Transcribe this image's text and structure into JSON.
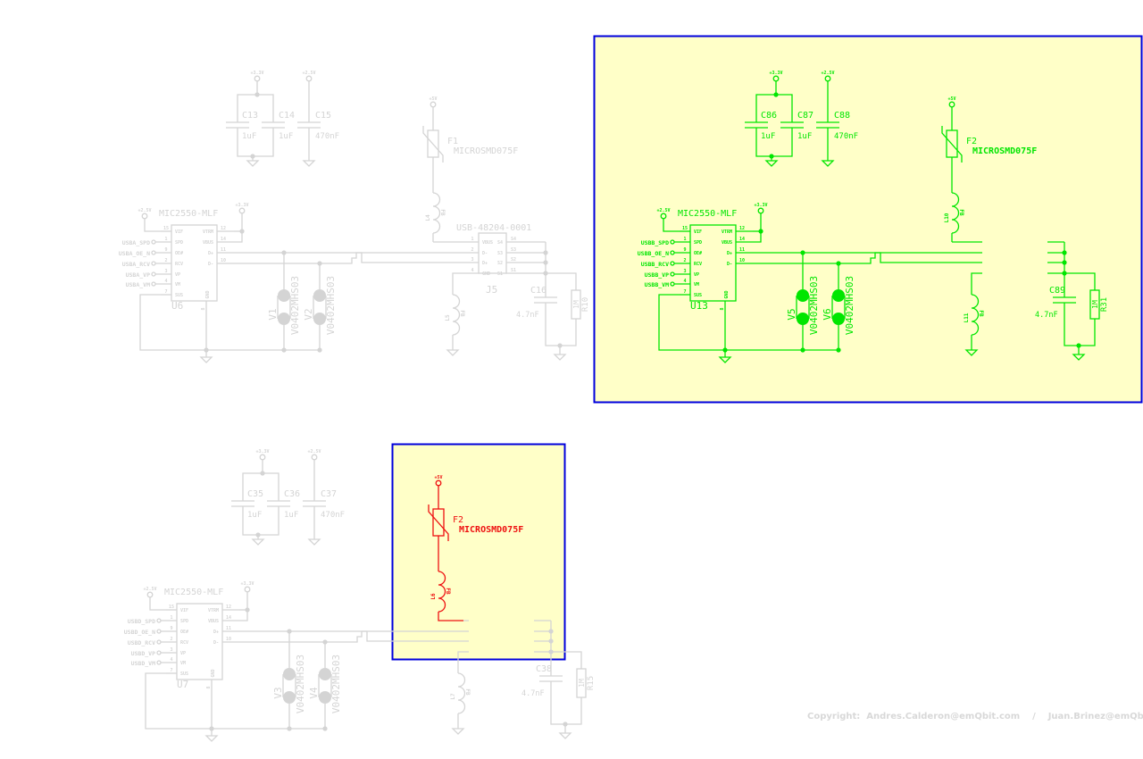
{
  "colors": {
    "inactive": "#d4d4d4",
    "selected": "#00e600",
    "highlight": "#ee1111",
    "selection_fill": "#ffffc8",
    "selection_border": "#0000dd"
  },
  "ic_pins_left": [
    {
      "num": "15",
      "name": "VIF"
    },
    {
      "num": "1",
      "name": "SPD"
    },
    {
      "num": "9",
      "name": "OE#"
    },
    {
      "num": "2",
      "name": "RCV"
    },
    {
      "num": "3",
      "name": "VP"
    },
    {
      "num": "4",
      "name": "VM"
    },
    {
      "num": "7",
      "name": "SUS"
    }
  ],
  "ic_pins_right": [
    {
      "num": "12",
      "name": "VTRM"
    },
    {
      "num": "14",
      "name": "VBUS"
    },
    {
      "num": "11",
      "name": "D+"
    },
    {
      "num": "10",
      "name": "D-"
    }
  ],
  "ic_gnd_pin": {
    "num": "8",
    "name": "GND"
  },
  "power": {
    "v33": "+3.3V",
    "v25": "+2.5V",
    "v5": "+5V"
  },
  "blocks": [
    {
      "ic_part": "MIC2550-MLF",
      "ic_ref": "U6",
      "caps": [
        {
          "ref": "C13",
          "value": "1uF"
        },
        {
          "ref": "C14",
          "value": "1uF"
        },
        {
          "ref": "C15",
          "value": "470nF"
        }
      ],
      "fuse": {
        "ref": "F1",
        "part": "MICROSMD075F"
      },
      "fb_top": {
        "ref": "L4",
        "value": "FB"
      },
      "fb_bottom": {
        "ref": "L5",
        "value": "FB"
      },
      "tvs": [
        {
          "ref": "V1",
          "part": "V0402MHS03"
        },
        {
          "ref": "V2",
          "part": "V0402MHS03"
        }
      ],
      "signals": [
        "USBA_SPD",
        "USBA_OE_N",
        "USBA_RCV",
        "USBA_VP",
        "USBA_VM"
      ],
      "shield_cap": {
        "ref": "C16",
        "value": "4.7nF"
      },
      "shield_res": {
        "ref": "R10",
        "value": "1M"
      },
      "connector": {
        "part": "USB-48204-0001",
        "ref": "J5",
        "pins_left": [
          {
            "num": "1",
            "name": "VBUS"
          },
          {
            "num": "2",
            "name": "D-"
          },
          {
            "num": "3",
            "name": "D+"
          },
          {
            "num": "4",
            "name": "GND"
          }
        ],
        "pins_right": [
          {
            "num": "S4",
            "name": "S4"
          },
          {
            "num": "S3",
            "name": "S3"
          },
          {
            "num": "S2",
            "name": "S2"
          },
          {
            "num": "S1",
            "name": "S1"
          }
        ]
      }
    },
    {
      "ic_part": "MIC2550-MLF",
      "ic_ref": "U13",
      "caps": [
        {
          "ref": "C86",
          "value": "1uF"
        },
        {
          "ref": "C87",
          "value": "1uF"
        },
        {
          "ref": "C88",
          "value": "470nF"
        }
      ],
      "fuse": {
        "ref": "F2",
        "part": "MICROSMD075F"
      },
      "fb_top": {
        "ref": "L10",
        "value": "FB"
      },
      "fb_bottom": {
        "ref": "L11",
        "value": "FB"
      },
      "tvs": [
        {
          "ref": "V5",
          "part": "V0402MHS03"
        },
        {
          "ref": "V6",
          "part": "V0402MHS03"
        }
      ],
      "signals": [
        "USBB_SPD",
        "USBB_OE_N",
        "USBB_RCV",
        "USBB_VP",
        "USBB_VM"
      ],
      "shield_cap": {
        "ref": "C89",
        "value": "4.7nF"
      },
      "shield_res": {
        "ref": "R31",
        "value": "1M"
      }
    },
    {
      "ic_part": "MIC2550-MLF",
      "ic_ref": "U7",
      "caps": [
        {
          "ref": "C35",
          "value": "1uF"
        },
        {
          "ref": "C36",
          "value": "1uF"
        },
        {
          "ref": "C37",
          "value": "470nF"
        }
      ],
      "fuse": {
        "ref": "F2",
        "part": "MICROSMD075F"
      },
      "fb_top": {
        "ref": "L6",
        "value": "FB"
      },
      "fb_bottom": {
        "ref": "L7",
        "value": "FB"
      },
      "tvs": [
        {
          "ref": "V3",
          "part": "V0402MHS03"
        },
        {
          "ref": "V4",
          "part": "V0402MHS03"
        }
      ],
      "signals": [
        "USBD_SPD",
        "USBD_OE_N",
        "USBD_RCV",
        "USBD_VP",
        "USBD_VM"
      ],
      "shield_cap": {
        "ref": "C38",
        "value": "4.7nF"
      },
      "shield_res": {
        "ref": "R15",
        "value": "1M"
      }
    }
  ],
  "copyright": "Copyright:  Andres.Calderon@emQbit.com    /    Juan.Brinez@emQbit.com"
}
